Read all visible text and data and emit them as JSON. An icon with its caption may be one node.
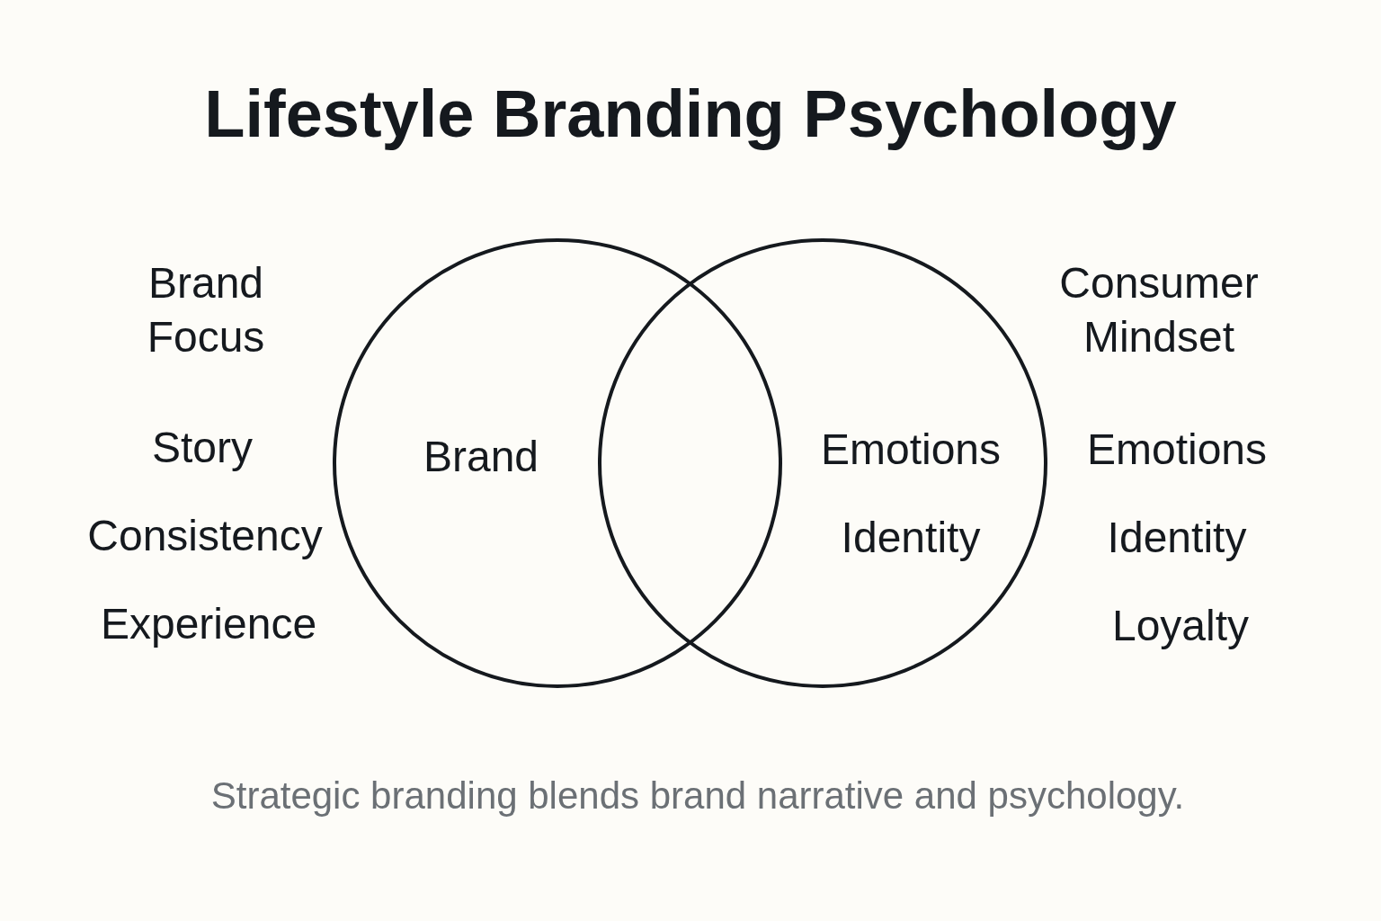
{
  "diagram": {
    "title": "Lifestyle Branding Psychology",
    "caption": "Strategic branding blends brand narrative and psychology.",
    "nodes": [
      {
        "text": [
          "Brand"
        ]
      },
      {
        "text": [
          "Emotions",
          "Identity"
        ]
      }
    ],
    "labels": [
      "Brand Focus",
      "Story",
      "Consistency",
      "Experience",
      "Consumer Mindset",
      "Emotions",
      "Identity",
      "Loyalty"
    ]
  }
}
